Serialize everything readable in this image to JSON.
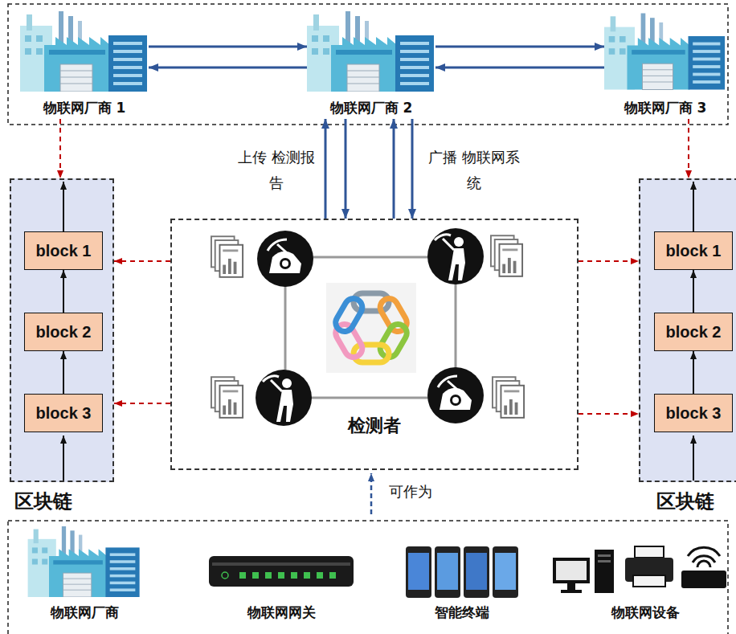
{
  "diagram": {
    "nodes": [
      {
        "text": [
          "物联网厂商 1"
        ]
      },
      {
        "text": [
          "物联网厂商 2"
        ]
      },
      {
        "text": [
          "物联网厂商 3"
        ]
      },
      {
        "text": [
          "区块链"
        ]
      },
      {
        "text": [
          "block 1"
        ],
        "in": 3
      },
      {
        "text": [
          "block 2"
        ],
        "in": 3
      },
      {
        "text": [
          "block 3"
        ],
        "in": 3
      },
      {
        "text": [
          "检测者"
        ]
      },
      {
        "text": [
          "区块链"
        ]
      },
      {
        "text": [
          "block 1"
        ],
        "in": 8
      },
      {
        "text": [
          "block 2"
        ],
        "in": 8
      },
      {
        "text": [
          "block 3"
        ],
        "in": 8
      }
    ],
    "edges": [
      {
        "from": 0,
        "to": 1,
        "arrow": "to"
      },
      {
        "from": 1,
        "to": 0,
        "arrow": "to"
      },
      {
        "from": 1,
        "to": 2,
        "arrow": "to"
      },
      {
        "from": 2,
        "to": 1,
        "arrow": "to"
      },
      {
        "from": 7,
        "to": 1,
        "arrow": "to",
        "label": "上传 检测报告"
      },
      {
        "from": 1,
        "to": 7,
        "arrow": "to"
      },
      {
        "from": 7,
        "to": 1,
        "arrow": "to"
      },
      {
        "from": 1,
        "to": 7,
        "arrow": "to",
        "label": "广播 物联网系统"
      },
      {
        "from": 0,
        "to": 3,
        "arrow": "to"
      },
      {
        "from": 2,
        "to": 8,
        "arrow": "to"
      },
      {
        "from": 7,
        "to": 3,
        "arrow": "to"
      },
      {
        "from": 7,
        "to": 3,
        "arrow": "to"
      },
      {
        "from": 7,
        "to": 8,
        "arrow": "to"
      },
      {
        "from": 7,
        "to": 8,
        "arrow": "to"
      },
      {
        "from": 6,
        "to": 5,
        "arrow": "to"
      },
      {
        "from": 5,
        "to": 4,
        "arrow": "to"
      },
      {
        "from": 11,
        "to": 10,
        "arrow": "to"
      },
      {
        "from": 10,
        "to": 9,
        "arrow": "to"
      }
    ],
    "labels": [
      "可作为",
      "物联网厂商",
      "物联网网关",
      "智能终端",
      "物联网设备"
    ]
  }
}
